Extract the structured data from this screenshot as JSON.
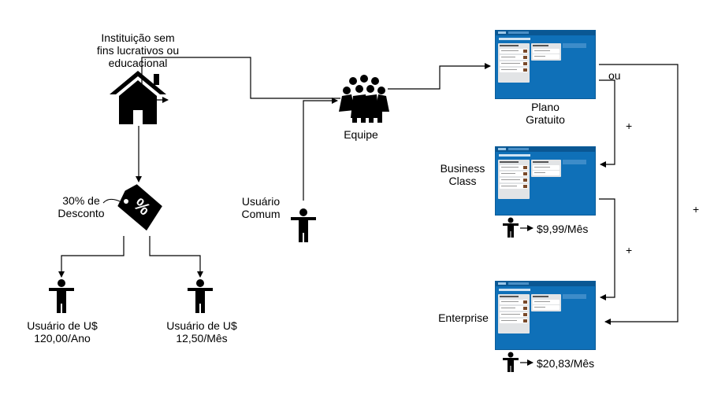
{
  "labels": {
    "institution": [
      "Instituição sem",
      "fins lucrativos ou",
      "educacional"
    ],
    "discount": [
      "30% de",
      "Desconto"
    ],
    "user_year": [
      "Usuário de U$",
      "120,00/Ano"
    ],
    "user_month": [
      "Usuário de U$",
      "12,50/Mês"
    ],
    "common_user": [
      "Usuário",
      "Comum"
    ],
    "team": "Equipe",
    "free_plan": [
      "Plano",
      "Gratuito"
    ],
    "business": [
      "Business",
      "Class"
    ],
    "enterprise": "Enterprise",
    "or": "ou",
    "plus": "+",
    "price_business": "$9,99/Mês",
    "price_enterprise": "$20,83/Mês"
  },
  "badge_text": "%",
  "colors": {
    "screenshot_bg": "#0f70b8",
    "line": "#000000"
  }
}
